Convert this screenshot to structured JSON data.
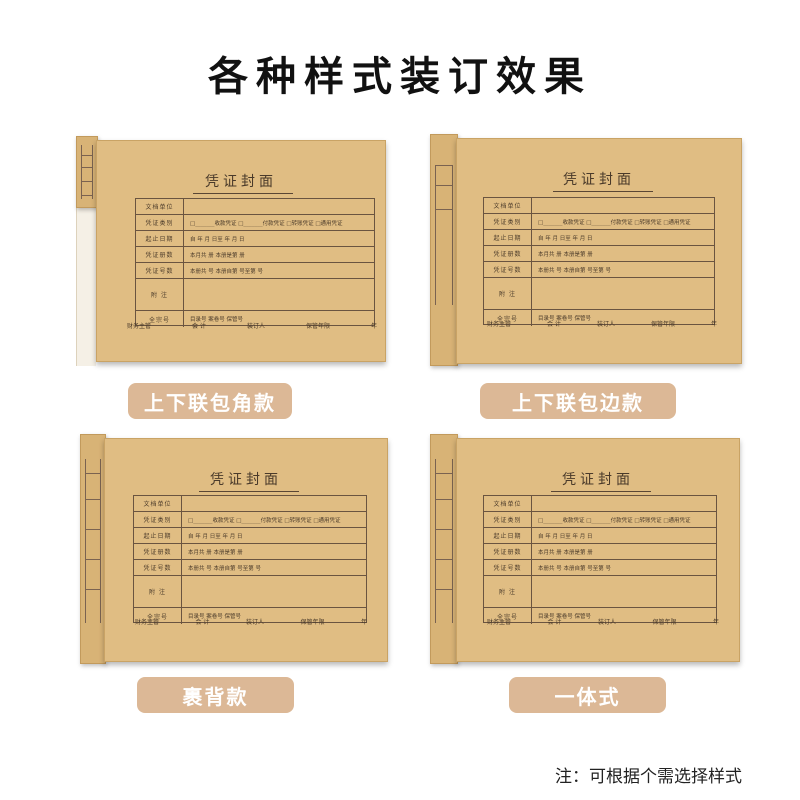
{
  "title": "各种样式装订效果",
  "cover": {
    "title": "凭证封面",
    "rows": [
      {
        "label": "文档单位",
        "content": ""
      },
      {
        "label": "凭证类别",
        "content": "□_______收款凭证 □_______付款凭证 □转账凭证 □通用凭证"
      },
      {
        "label": "起止日期",
        "content": "自          年       月      日至            年       月      日"
      },
      {
        "label": "凭证册数",
        "content": "本月共              册        本册是第                         册"
      },
      {
        "label": "凭证号数",
        "content": "本册共              号        本册自第              号至第          号"
      },
      {
        "label": "附  注",
        "content": ""
      },
      {
        "label": "全宗号",
        "content": "目录号              案卷号              保管号"
      }
    ],
    "footer": [
      "财务主管",
      "会  计",
      "装订人",
      "保管年限",
      "年"
    ]
  },
  "styles": [
    {
      "label": "上下联包角款"
    },
    {
      "label": "上下联包边款"
    },
    {
      "label": "裹背款"
    },
    {
      "label": "一体式"
    }
  ],
  "note": "注：可根据个需选择样式",
  "colors": {
    "kraft": "#e0bd83",
    "pill": "#dcb896",
    "ink": "#4a3a2a"
  }
}
